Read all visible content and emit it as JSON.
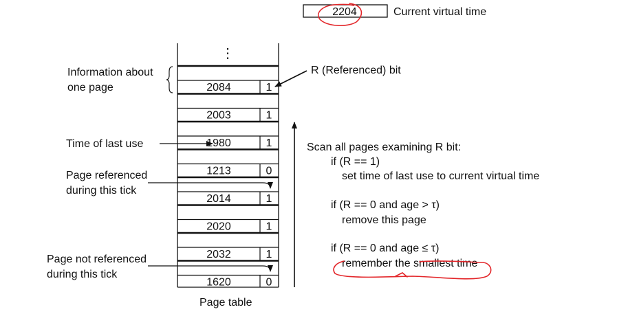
{
  "current_time": {
    "value": "2204",
    "label": "Current virtual time"
  },
  "page_table": {
    "caption": "Page table",
    "ellipsis": "⋮",
    "rows": [
      {
        "time": "2084",
        "r": "1"
      },
      {
        "time": "2003",
        "r": "1"
      },
      {
        "time": "1980",
        "r": "1"
      },
      {
        "time": "1213",
        "r": "0"
      },
      {
        "time": "2014",
        "r": "1"
      },
      {
        "time": "2020",
        "r": "1"
      },
      {
        "time": "2032",
        "r": "1"
      },
      {
        "time": "1620",
        "r": "0"
      }
    ]
  },
  "labels": {
    "info_line1": "Information about",
    "info_line2": "one page",
    "r_bit": "R (Referenced) bit",
    "time_last_use": "Time of last use",
    "referenced_line1": "Page referenced",
    "referenced_line2": "during this tick",
    "not_referenced_line1": "Page not referenced",
    "not_referenced_line2": "during this tick"
  },
  "algorithm": {
    "line1": "Scan all pages examining R bit:",
    "line2": "if (R == 1)",
    "line3": "set time of last use to current virtual time",
    "line4": "if (R == 0 and age > τ)",
    "line5": "remove this page",
    "line6": "if (R == 0 and age ≤ τ)",
    "line7": "remember the smallest time"
  },
  "colors": {
    "ink": "#111111",
    "annotation": "#e3262a"
  }
}
